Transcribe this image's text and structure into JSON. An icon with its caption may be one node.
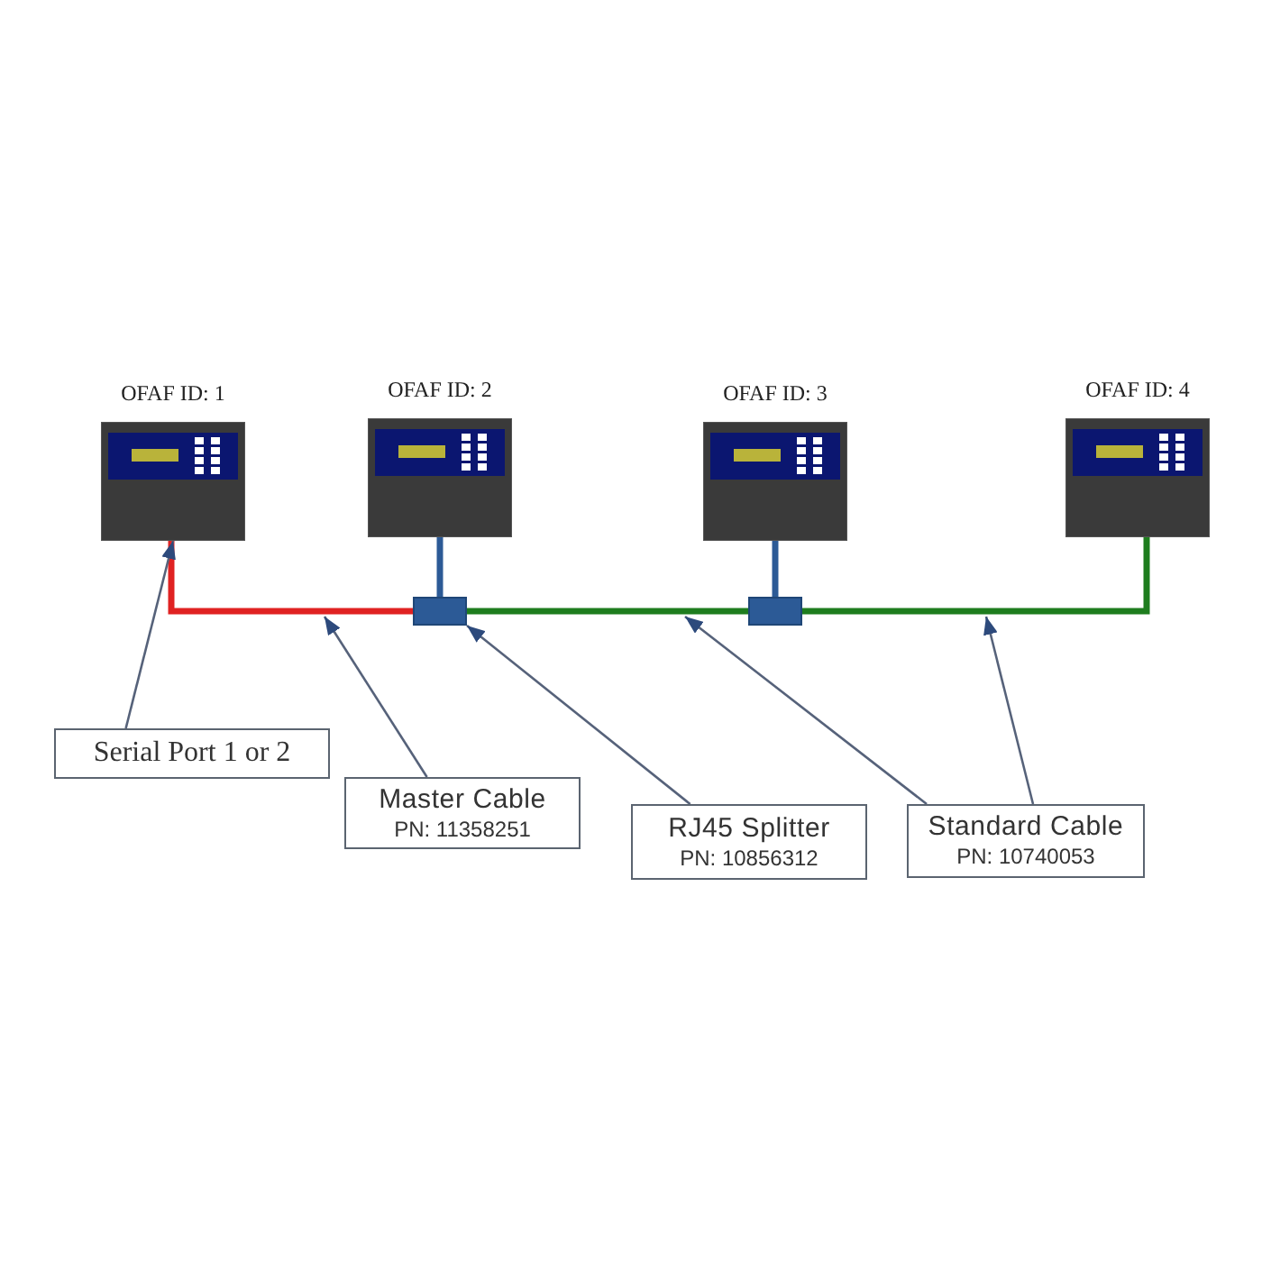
{
  "diagram": {
    "nodes": [
      {
        "text": [
          "OFAF ID: 1"
        ]
      },
      {
        "text": [
          "OFAF ID: 2"
        ]
      },
      {
        "text": [
          "OFAF ID: 3"
        ]
      },
      {
        "text": [
          "OFAF ID: 4"
        ]
      },
      {
        "text": [],
        "shape": "box"
      },
      {
        "text": [],
        "shape": "box"
      },
      {
        "text": [
          "Serial Port 1 or 2"
        ]
      },
      {
        "text": [
          "Master Cable",
          "PN: 11358251"
        ]
      },
      {
        "text": [
          "RJ45 Splitter",
          "PN: 10856312"
        ]
      },
      {
        "text": [
          "Standard Cable",
          "PN: 10740053"
        ]
      }
    ],
    "edges": [
      {
        "from": 0,
        "to": 4,
        "arrow": "none",
        "style": "thick",
        "color": "#e02222"
      },
      {
        "from": 1,
        "to": 4,
        "arrow": "none",
        "style": "thick",
        "color": "#2c5a96"
      },
      {
        "from": 4,
        "to": 5,
        "arrow": "none",
        "style": "thick",
        "color": "#1e7d1e"
      },
      {
        "from": 2,
        "to": 5,
        "arrow": "none",
        "style": "thick",
        "color": "#2c5a96"
      },
      {
        "from": 5,
        "to": 3,
        "arrow": "none",
        "style": "thick",
        "color": "#1e7d1e"
      },
      {
        "from": 6,
        "to": 0,
        "arrow": "to"
      },
      {
        "from": 7,
        "to": null,
        "arrow": "to"
      },
      {
        "from": 8,
        "to": 4,
        "arrow": "to"
      },
      {
        "from": 9,
        "to": null,
        "arrow": "to"
      },
      {
        "from": 9,
        "to": null,
        "arrow": "to"
      }
    ]
  }
}
